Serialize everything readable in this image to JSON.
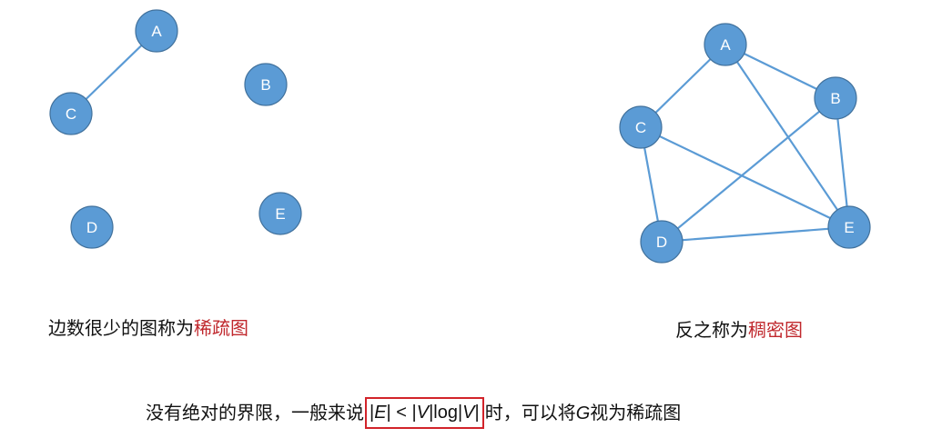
{
  "colors": {
    "node_fill": "#5b9bd5",
    "node_stroke": "#41719c",
    "edge": "#5b9bd5",
    "highlight_text": "#c0282d",
    "formula_box": "#d2232a"
  },
  "sparse_graph": {
    "nodes": [
      {
        "id": "A",
        "label": "A"
      },
      {
        "id": "B",
        "label": "B"
      },
      {
        "id": "C",
        "label": "C"
      },
      {
        "id": "D",
        "label": "D"
      },
      {
        "id": "E",
        "label": "E"
      }
    ],
    "edges": [
      [
        "A",
        "C"
      ]
    ],
    "caption_prefix": "边数很少的图称为",
    "caption_term": "稀疏图"
  },
  "dense_graph": {
    "nodes": [
      {
        "id": "A",
        "label": "A"
      },
      {
        "id": "B",
        "label": "B"
      },
      {
        "id": "C",
        "label": "C"
      },
      {
        "id": "D",
        "label": "D"
      },
      {
        "id": "E",
        "label": "E"
      }
    ],
    "edges": [
      [
        "A",
        "B"
      ],
      [
        "A",
        "C"
      ],
      [
        "A",
        "E"
      ],
      [
        "B",
        "E"
      ],
      [
        "B",
        "D"
      ],
      [
        "C",
        "D"
      ],
      [
        "C",
        "E"
      ],
      [
        "D",
        "E"
      ]
    ],
    "caption_prefix": "反之称为",
    "caption_term": "稠密图"
  },
  "conclusion": {
    "before": "没有绝对的界限，一般来说",
    "formula": {
      "bar1": "|",
      "E": "E",
      "bar2": "| < |",
      "V1": "V",
      "mid": "|log|",
      "V2": "V",
      "bar3": "|"
    },
    "after_prefix": "时，可以将",
    "G": "G",
    "after_suffix": "视为稀疏图"
  }
}
